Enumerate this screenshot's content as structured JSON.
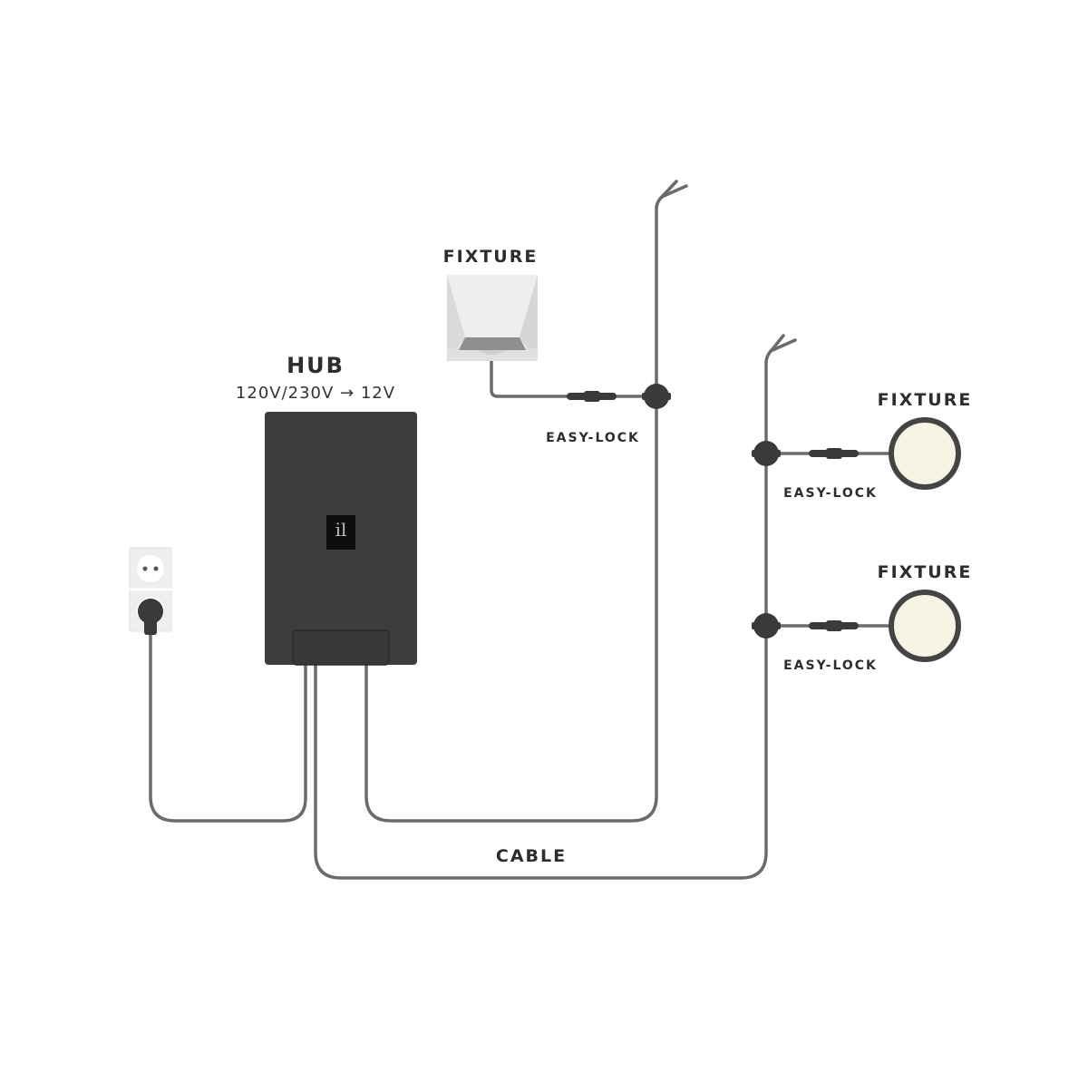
{
  "hub": {
    "title": "HUB",
    "voltage": "120V/230V → 12V",
    "logo": "il"
  },
  "fixtures": [
    {
      "label": "FIXTURE",
      "kind": "square-step-light"
    },
    {
      "label": "FIXTURE",
      "kind": "round-puck-light"
    },
    {
      "label": "FIXTURE",
      "kind": "round-puck-light"
    }
  ],
  "connectors": [
    {
      "label": "EASY-LOCK"
    },
    {
      "label": "EASY-LOCK"
    },
    {
      "label": "EASY-LOCK"
    }
  ],
  "cable": {
    "label": "CABLE"
  },
  "outlet": {
    "kind": "wall-socket-with-plug"
  },
  "colors": {
    "cable": "#6b6b6b",
    "hub": "#3d3d3d",
    "connector": "#3a3a3a",
    "light": "#f7f4e3",
    "text": "#2d2d2d"
  }
}
